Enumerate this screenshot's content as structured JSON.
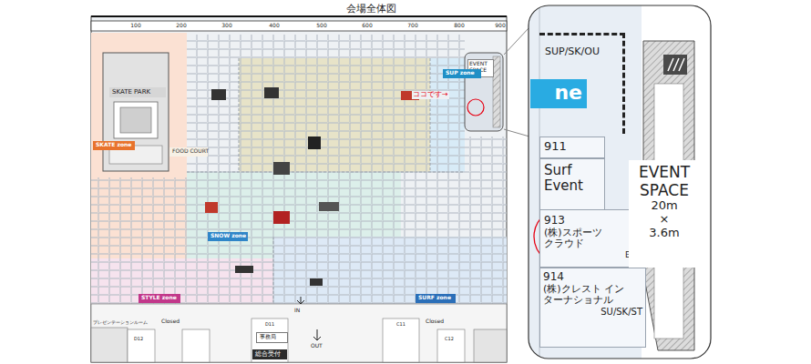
{
  "diagram": {
    "title": "会場全体図",
    "nodes": [
      {
        "text": [
          "SKATE PARK"
        ]
      },
      {
        "text": [
          "FOOD COURT"
        ]
      },
      {
        "text": [
          "EVENT SPACE"
        ]
      },
      {
        "text": [
          "SKATE zone"
        ]
      },
      {
        "text": [
          "SUP zone"
        ]
      },
      {
        "text": [
          "SNOW zone"
        ]
      },
      {
        "text": [
          "STYLE zone"
        ]
      },
      {
        "text": [
          "SURF zone"
        ]
      },
      {
        "text": [
          "総合受付"
        ]
      },
      {
        "text": [
          "事務局"
        ]
      },
      {
        "text": [
          "SUP/SK/OU"
        ]
      },
      {
        "text": [
          "ne"
        ],
        "in": 10
      },
      {
        "text": [
          "911"
        ]
      },
      {
        "text": [
          "Surf Event"
        ]
      },
      {
        "text": [
          "913",
          "(株)スポーツクラウド",
          "ETC"
        ]
      },
      {
        "text": [
          "914",
          "(株)クレスト インターナショナル",
          "SU/SK/ST"
        ]
      },
      {
        "text": [
          "EVENT SPACE",
          "20m × 3.6m"
        ]
      }
    ],
    "labels": [
      "100",
      "200",
      "300",
      "400",
      "500",
      "600",
      "700",
      "800",
      "900",
      "ココです→",
      "IN",
      "OUT",
      "Closed",
      "Closed",
      "プレゼンテーションルーム",
      "D12",
      "D11",
      "C11",
      "C12"
    ]
  }
}
